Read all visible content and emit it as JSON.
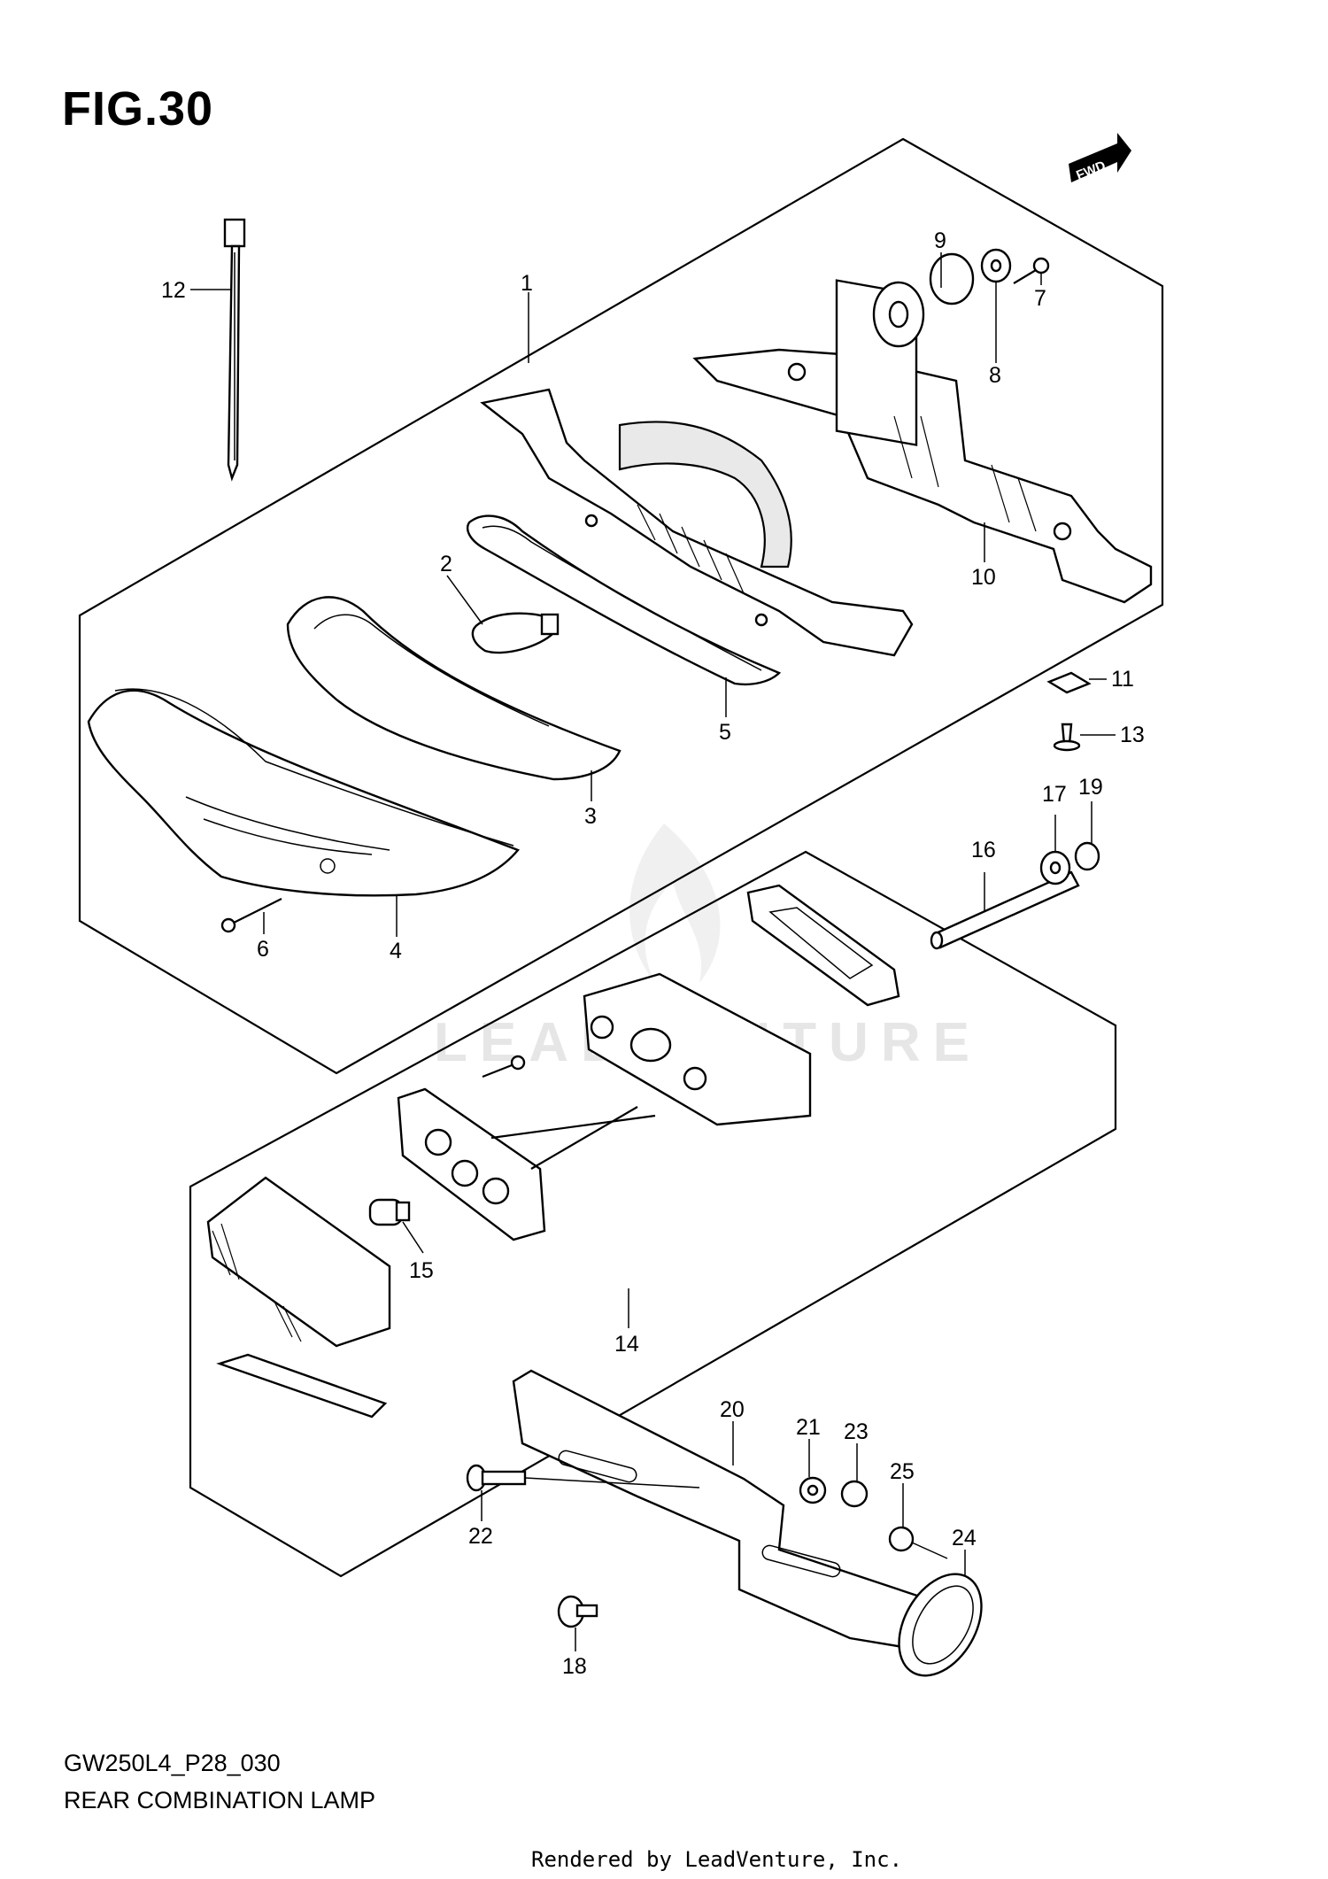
{
  "figure": {
    "title": "FIG.30",
    "code": "GW250L4_P28_030",
    "name": "REAR COMBINATION LAMP",
    "rendered_by": "Rendered by LeadVenture, Inc.",
    "watermark": "LEADVENTURE",
    "fwd_badge": "FWD"
  },
  "callouts": [
    {
      "id": "1",
      "label": "1"
    },
    {
      "id": "2",
      "label": "2"
    },
    {
      "id": "3",
      "label": "3"
    },
    {
      "id": "4",
      "label": "4"
    },
    {
      "id": "5",
      "label": "5"
    },
    {
      "id": "6",
      "label": "6"
    },
    {
      "id": "7",
      "label": "7"
    },
    {
      "id": "8",
      "label": "8"
    },
    {
      "id": "9",
      "label": "9"
    },
    {
      "id": "10",
      "label": "10"
    },
    {
      "id": "11",
      "label": "11"
    },
    {
      "id": "12",
      "label": "12"
    },
    {
      "id": "13",
      "label": "13"
    },
    {
      "id": "14",
      "label": "14"
    },
    {
      "id": "15",
      "label": "15"
    },
    {
      "id": "16",
      "label": "16"
    },
    {
      "id": "17",
      "label": "17"
    },
    {
      "id": "18",
      "label": "18"
    },
    {
      "id": "19",
      "label": "19"
    },
    {
      "id": "20",
      "label": "20"
    },
    {
      "id": "21",
      "label": "21"
    },
    {
      "id": "22",
      "label": "22"
    },
    {
      "id": "23",
      "label": "23"
    },
    {
      "id": "24",
      "label": "24"
    },
    {
      "id": "25",
      "label": "25"
    }
  ]
}
